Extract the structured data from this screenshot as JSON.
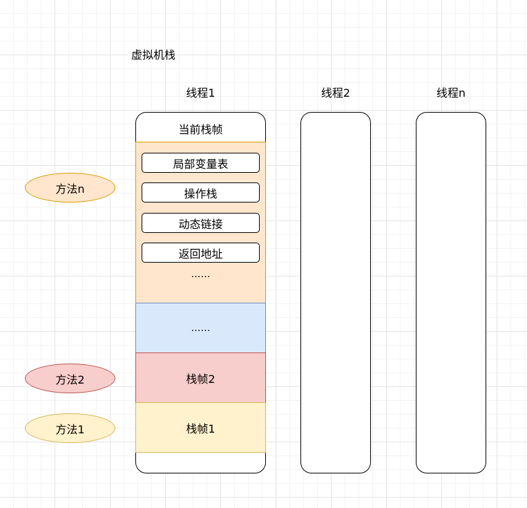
{
  "title": "虚拟机栈",
  "threads": [
    "线程1",
    "线程2",
    "线程n"
  ],
  "stack1": {
    "current_frame_label": "当前栈帧",
    "slots": [
      "局部变量表",
      "操作栈",
      "动态链接",
      "返回地址"
    ],
    "frame_ellipsis": "……",
    "middle_ellipsis": "……",
    "frame2_label": "栈帧2",
    "frame1_label": "栈帧1"
  },
  "methods": [
    "方法n",
    "方法2",
    "方法1"
  ],
  "colors": {
    "orange_fill": "#ffe6cc",
    "orange_stroke": "#d79b00",
    "blue_fill": "#dae8fc",
    "blue_stroke": "#6c8ebf",
    "red_fill": "#f8cecc",
    "red_stroke": "#b85450",
    "yellow_fill": "#fff2cc",
    "yellow_stroke": "#d6b656"
  }
}
